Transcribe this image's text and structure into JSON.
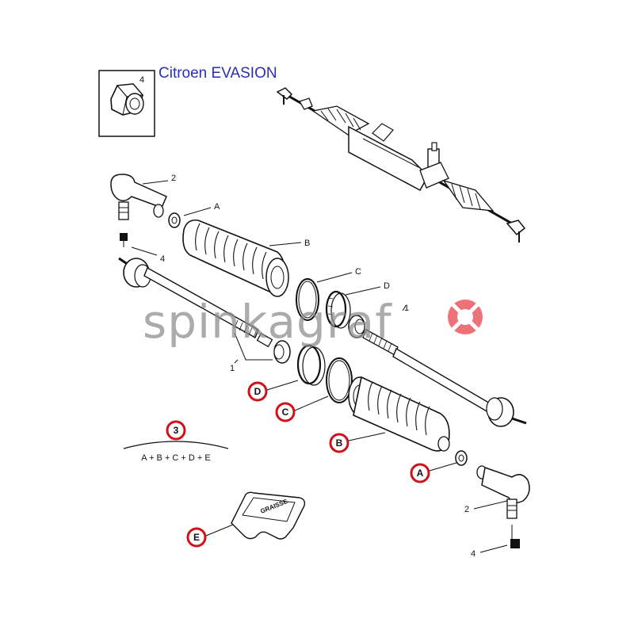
{
  "title": "Citroen EVASION",
  "watermark": "spinkagraf",
  "labels": {
    "nut": "4",
    "tie_rod_end_top": "2",
    "clip_top": "A",
    "boot_top": "B",
    "ring_top": "C",
    "clamp_top": "D",
    "sq_top": "4",
    "inner_rod_left": "1",
    "inner_rod_right": "1",
    "circled_d": "D",
    "circled_c": "C",
    "circled_b": "B",
    "circled_a": "A",
    "circled_e": "E",
    "kit_number": "3",
    "tie_rod_end_bottom": "2",
    "sq_bottom": "4"
  },
  "formula": "A + B + C + D + E",
  "grease_text": "GRAISSE",
  "colors": {
    "title": "#2b2fb8",
    "circle": "#d0101a",
    "watermark": "#8c8c8c",
    "logo": "#e8434a"
  }
}
